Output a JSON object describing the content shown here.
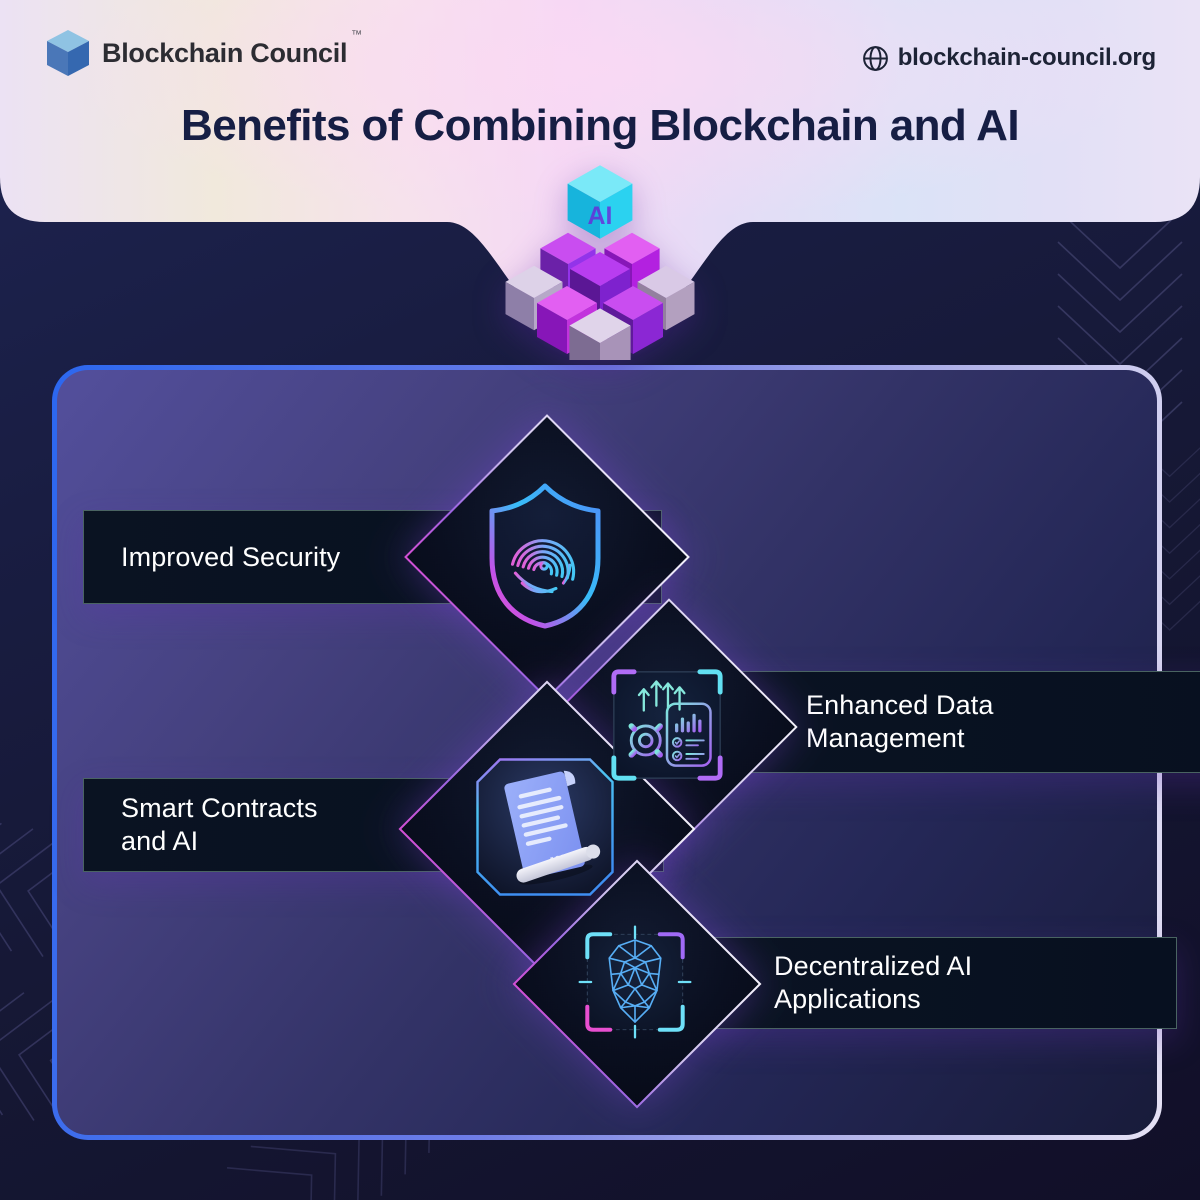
{
  "page": {
    "title": "Benefits of Combining Blockchain and AI"
  },
  "header": {
    "logo": {
      "name": "Blockchain Council",
      "trademark": "™",
      "icon": "cube-logo-icon"
    },
    "website": {
      "label": "blockchain-council.org",
      "icon": "globe-icon"
    }
  },
  "hero": {
    "cube_label": "AI",
    "description": "3d-cluster-of-blockchain-cubes-with-ai-cube"
  },
  "benefits": {
    "items": [
      {
        "label": "Improved Security",
        "lines": [
          "Improved Security",
          ""
        ],
        "icon": "shield-fingerprint-icon"
      },
      {
        "label": "Enhanced Data Management",
        "lines": [
          "Enhanced Data",
          "Management"
        ],
        "icon": "data-management-gear-icon"
      },
      {
        "label": "Smart Contracts and AI",
        "lines": [
          "Smart Contracts",
          "and AI"
        ],
        "icon": "smart-contract-scroll-icon"
      },
      {
        "label": "Decentralized AI Applications",
        "lines": [
          "Decentralized AI",
          "Applications"
        ],
        "icon": "face-recognition-icon"
      }
    ]
  },
  "colors": {
    "panel_border_blue": "#2c67ef",
    "panel_border_lavender": "#e6e2f5",
    "bar_border_sage": "#7fa898",
    "accent_cyan": "#62e0f2",
    "accent_purple": "#a45ff0",
    "accent_magenta": "#e84fd0",
    "title_navy": "#161e44",
    "header_pastel": "#ece2f4"
  }
}
